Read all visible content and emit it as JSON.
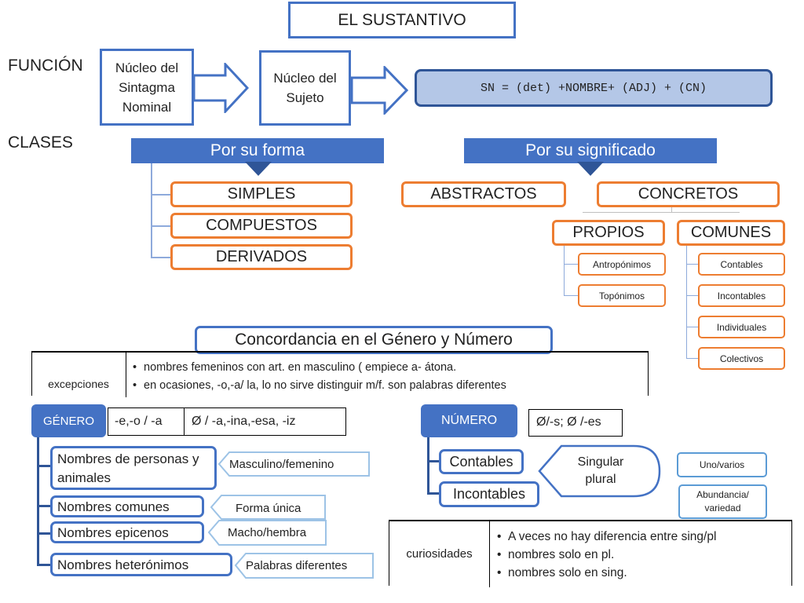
{
  "title": "EL SUSTANTIVO",
  "labels": {
    "funcion": "FUNCIÓN",
    "clases": "CLASES"
  },
  "funcion": {
    "box1": "Núcleo del Sintagma Nominal",
    "box2": "Núcleo del Sujeto",
    "formula": "SN = (det) +NOMBRE+ (ADJ) + (CN)"
  },
  "forma": {
    "header": "Por su forma",
    "items": [
      "SIMPLES",
      "COMPUESTOS",
      "DERIVADOS"
    ]
  },
  "significado": {
    "header": "Por su significado",
    "abstractos": "ABSTRACTOS",
    "concretos": "CONCRETOS",
    "propios": "PROPIOS",
    "propios_items": [
      "Antropónimos",
      "Topónimos"
    ],
    "comunes": "COMUNES",
    "comunes_items": [
      "Contables",
      "Incontables",
      "Individuales",
      "Colectivos"
    ]
  },
  "concordancia": {
    "title": "Concordancia en el Género y Número",
    "excepciones_label": "excepciones",
    "excepciones_items": [
      "nombres femeninos con art. en masculino ( empiece a- átona.",
      "en ocasiones, -o,-a/ la, lo no sirve distinguir m/f. son palabras diferentes"
    ]
  },
  "genero": {
    "header": "GÉNERO",
    "cell1": "-e,-o / -a",
    "cell2": "Ø / -a,-ina,-esa, -iz",
    "items": [
      {
        "label": "Nombres de personas  y animales",
        "tag": "Masculino/femenino"
      },
      {
        "label": "Nombres comunes",
        "tag": "Forma única"
      },
      {
        "label": "Nombres epicenos",
        "tag": "Macho/hembra"
      },
      {
        "label": "Nombres heterónimos",
        "tag": "Palabras diferentes"
      }
    ]
  },
  "numero": {
    "header": "NÚMERO",
    "cell": "Ø/-s; Ø /-es",
    "contables": "Contables",
    "incontables": "Incontables",
    "singular": "Singular plural",
    "uno_varios": "Uno/varios",
    "abundancia": "Abundancia/ variedad"
  },
  "curiosidades": {
    "label": "curiosidades",
    "items": [
      "A veces no hay diferencia entre sing/pl",
      "nombres solo en pl.",
      "nombres solo en sing."
    ]
  },
  "colors": {
    "blue": "#4472c4",
    "orange": "#ed7d31",
    "light_blue": "#b4c7e7"
  }
}
